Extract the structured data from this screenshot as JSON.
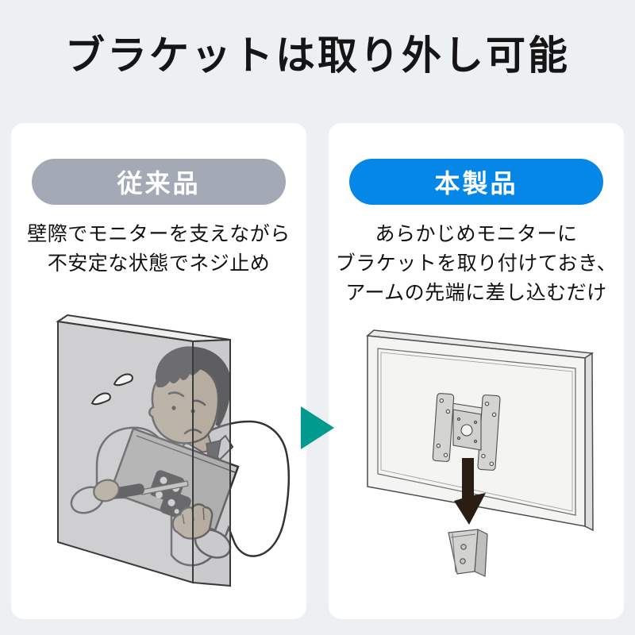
{
  "page": {
    "title": "ブラケットは取り外し可能",
    "title_color": "#151515",
    "background_color": "#edf0f3"
  },
  "panels": {
    "before": {
      "badge_label": "従来品",
      "badge_color": "#a4a9b6",
      "badge_text_color": "#ffffff",
      "description_lines": [
        "壁際でモニターを支えながら",
        "不安定な状態でネジ止め"
      ]
    },
    "after": {
      "badge_label": "本製品",
      "badge_color": "#0487e6",
      "badge_text_color": "#ffffff",
      "description_lines": [
        "あらかじめモニターに",
        "ブラケットを取り付けておき、",
        "アームの先端に差し込むだけ"
      ]
    }
  },
  "arrow": {
    "color": "#009a8e",
    "direction": "right"
  },
  "illustration_colors": {
    "outline": "#333333",
    "wall_gray": "#cccccc",
    "skin_tone": "#d6c3a4",
    "monitor_light": "#f4f4f2",
    "bracket_black": "#1e1e1e",
    "down_arrow_dark": "#2a1e14"
  }
}
